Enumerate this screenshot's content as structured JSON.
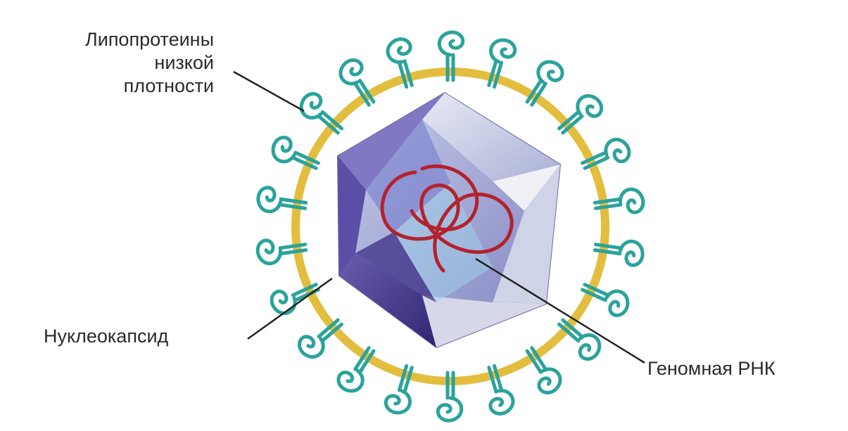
{
  "labels": {
    "lipoproteins": [
      "Липопротеины",
      "низкой",
      "плотности"
    ],
    "nucleocapsid": "Нуклеокапсид",
    "genomic_rna": "Геномная РНК"
  },
  "colors": {
    "envelope": "#e3bd3e",
    "spike": "#2aa39c",
    "capsid_dark": "#4b3f8f",
    "capsid_light": "#c9cde6",
    "rna": "#b3222d",
    "leader": "#222222"
  },
  "spike_count": 22
}
